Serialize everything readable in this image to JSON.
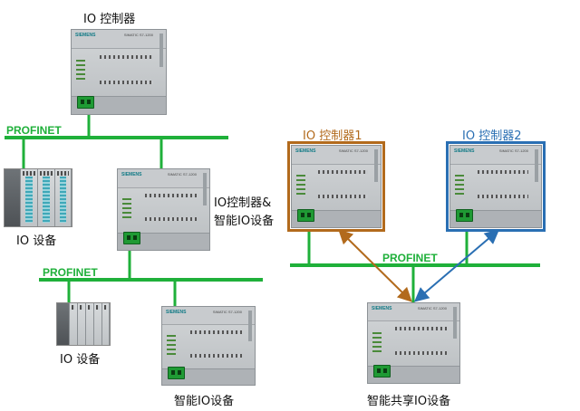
{
  "labels": {
    "io_controller_top": "IO 控制器",
    "profinet_1": "PROFINET",
    "io_device_1": "IO 设备",
    "controller_and_idevice_line1": "IO控制器&",
    "controller_and_idevice_line2": "智能IO设备",
    "profinet_2": "PROFINET",
    "io_device_2": "IO 设备",
    "idevice": "智能IO设备",
    "io_controller_1": "IO 控制器1",
    "io_controller_2": "IO 控制器2",
    "profinet_3": "PROFINET",
    "shared_idevice": "智能共享IO设备"
  },
  "device": {
    "brand": "SIEMENS",
    "model": "SIMATIC S7-1200"
  },
  "colors": {
    "bus": "#1fb03a",
    "profinet_text": "#1fb03a",
    "controller1_frame": "#b26a1c",
    "controller1_text": "#b26a1c",
    "controller2_frame": "#2a6fb3",
    "controller2_text": "#2a6fb3"
  }
}
